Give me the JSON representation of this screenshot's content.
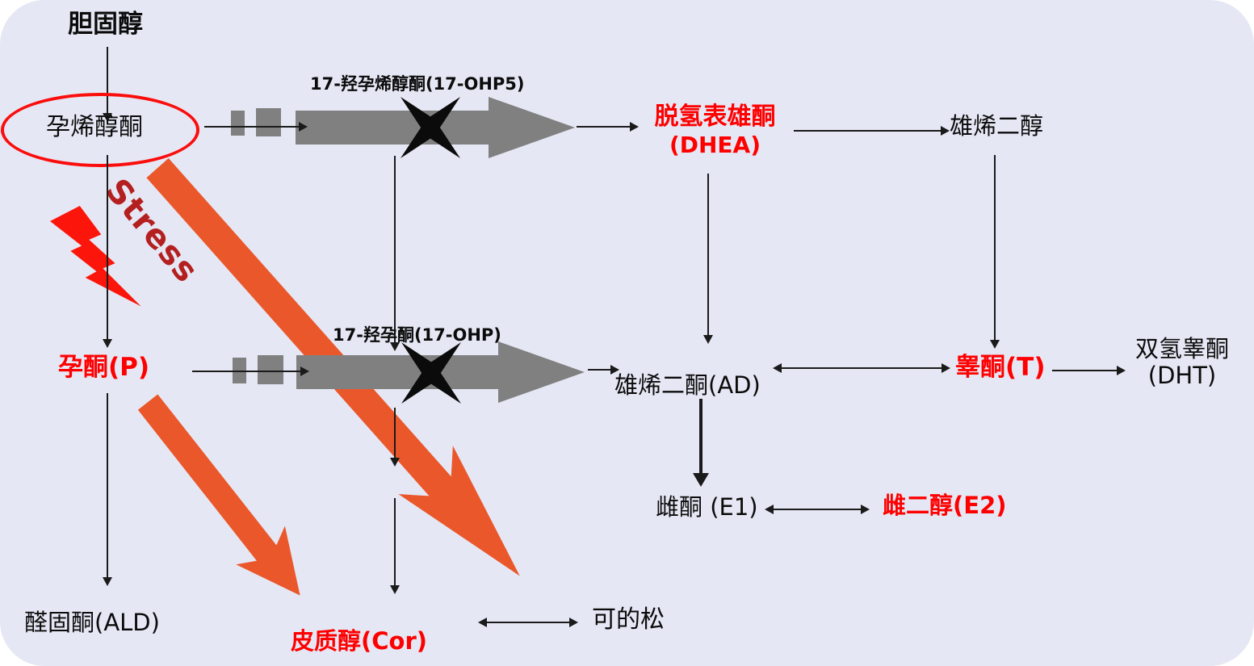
{
  "diagram": {
    "nodes": {
      "cholesterol": "胆固醇",
      "pregnenolone": "孕烯醇酮",
      "ohp5_label": "17-羟孕烯醇酮(17-OHP5)",
      "dhea_line1": "脱氢表雄酮",
      "dhea_line2": "(DHEA)",
      "androstenediol": "雄烯二醇",
      "stress": "Stress",
      "progesterone": "孕酮(P)",
      "ohp_label": "17-羟孕酮(17-OHP)",
      "androstenedione": "雄烯二酮(AD)",
      "testosterone": "睾酮(T)",
      "dht_line1": "双氢睾酮",
      "dht_line2": "(DHT)",
      "estrone": "雌酮 (E1)",
      "estradiol": "雌二醇(E2)",
      "aldosterone": "醛固酮(ALD)",
      "cortisol": "皮质醇(Cor)",
      "cortisone": "可的松"
    },
    "colors": {
      "background": "#E5E8F4",
      "highlight_red": "#FF0000",
      "stress_text_red": "#B41F1F",
      "stress_arrow_orange": "#EA572B",
      "blocked_path_gray": "#808080",
      "line_black": "#1a1a1a"
    }
  }
}
